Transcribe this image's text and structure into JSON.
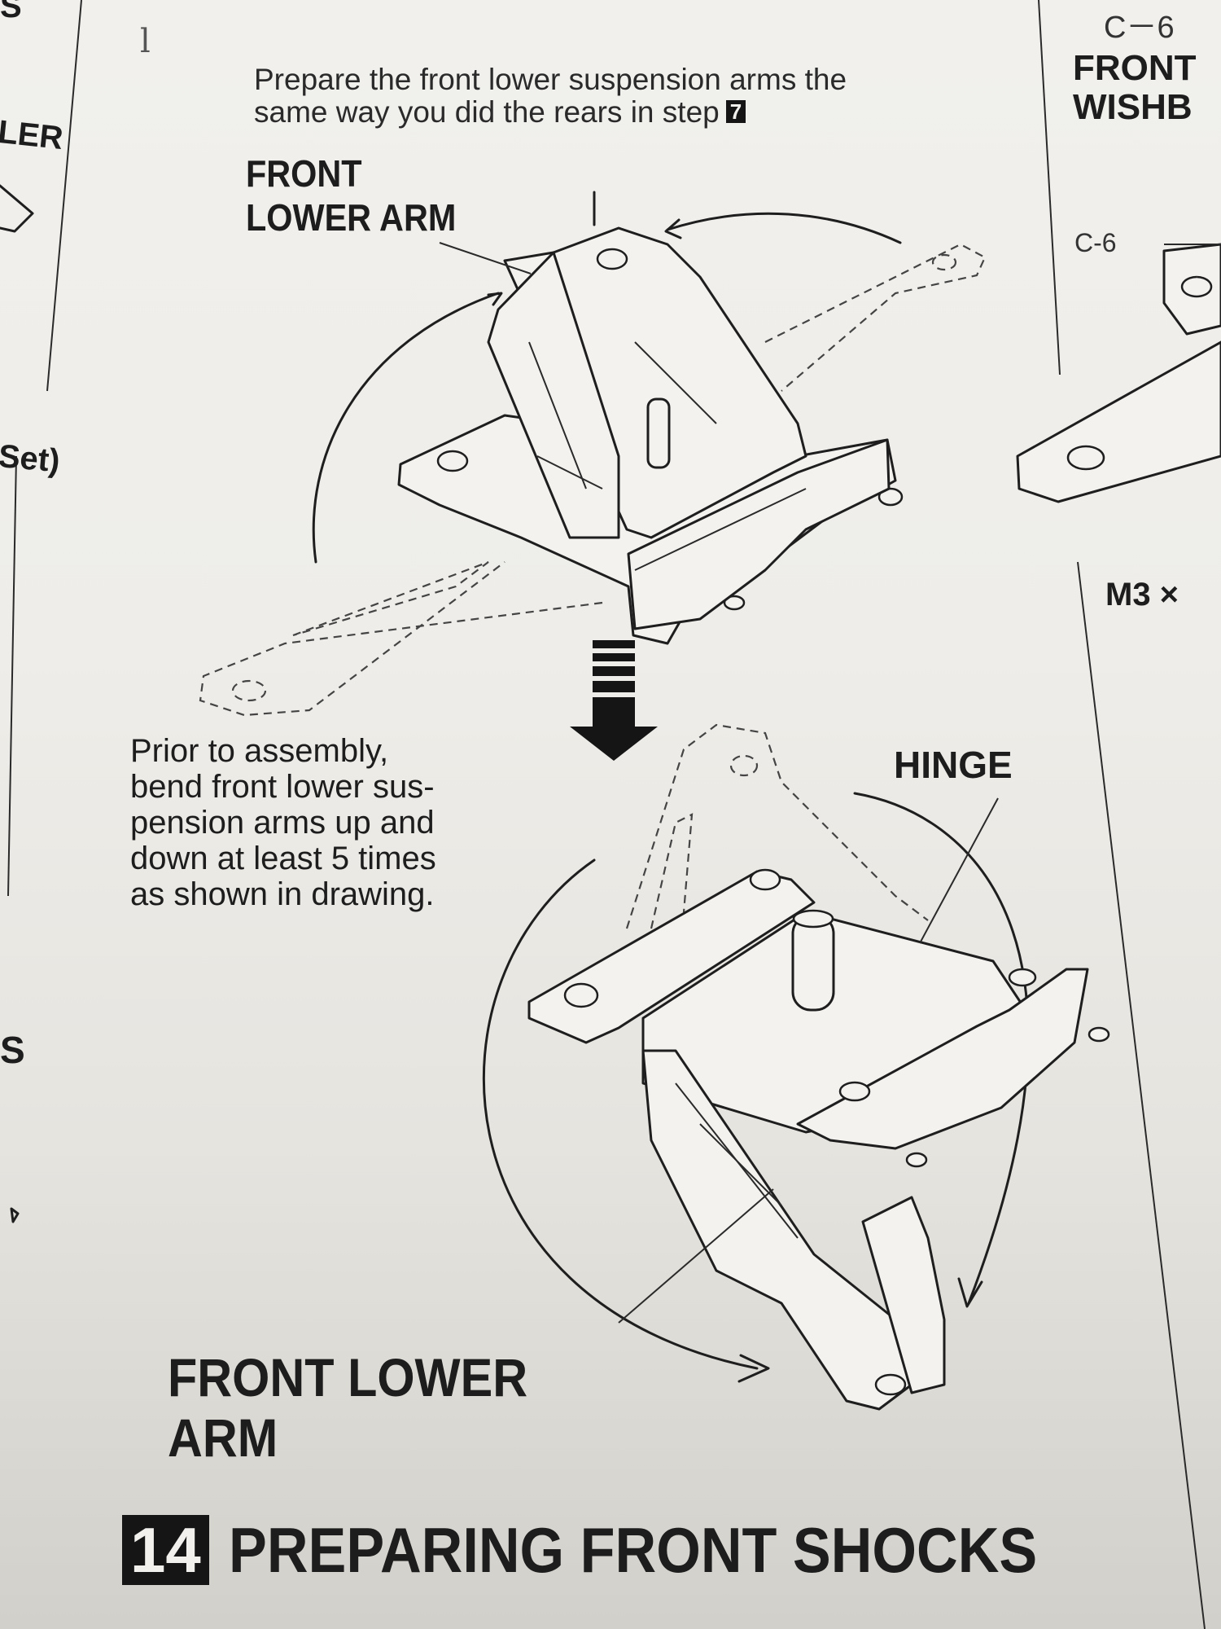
{
  "step": {
    "intro_text": "Prepare the front lower suspension arms the",
    "intro_text_line2": "same way you did the rears in step",
    "intro_step_ref": "7",
    "label_top_line1": "FRONT",
    "label_top_line2": "LOWER ARM",
    "note_lines": [
      "Prior  to  assembly,",
      "bend front lower sus-",
      "pension arms up and",
      "down at least 5 times",
      "as shown in drawing."
    ],
    "hinge_label": "HINGE",
    "label_bottom_line1": "FRONT LOWER",
    "label_bottom_line2": "ARM"
  },
  "next_section": {
    "number": "14",
    "title": "PREPARING FRONT SHOCKS"
  },
  "right_column": {
    "part_ref_top": "C－6",
    "title_line1": "FRONT",
    "title_line2": "WISHB",
    "part_ref_mid": "C-6",
    "screw_label": "M3 ×"
  },
  "left_column_edges": {
    "fragment_1": "S",
    "fragment_2": "LER",
    "fragment_3": "Set)",
    "fragment_4": "S"
  },
  "pen_mark": "l",
  "colors": {
    "paper": "#eeede9",
    "ink": "#1e1e1e"
  }
}
